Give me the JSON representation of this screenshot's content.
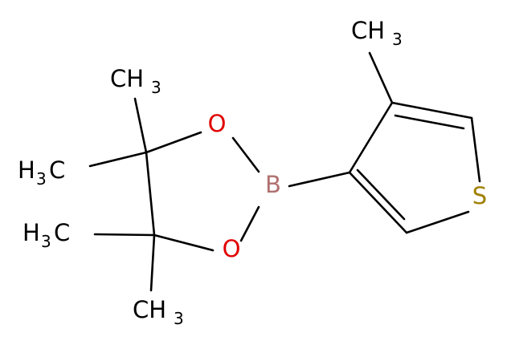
{
  "molecule": {
    "atoms": {
      "O_top": "O",
      "O_bottom": "O",
      "B": "B",
      "S": "S"
    },
    "methyls": {
      "ch3_top_right": {
        "main": "CH",
        "sub": "3"
      },
      "ch3_pin_top": {
        "main": "CH",
        "sub": "3"
      },
      "ch3_pin_left_upper": {
        "prefix": "H",
        "sub": "3",
        "main": "C"
      },
      "ch3_pin_left_lower": {
        "prefix": "H",
        "sub": "3",
        "main": "C"
      },
      "ch3_pin_bottom": {
        "main": "CH",
        "sub": "3"
      }
    },
    "colors": {
      "bond": "#000000",
      "carbon_text": "#000000",
      "oxygen": "#e00000",
      "boron": "#b07070",
      "sulfur": "#a08000"
    }
  }
}
